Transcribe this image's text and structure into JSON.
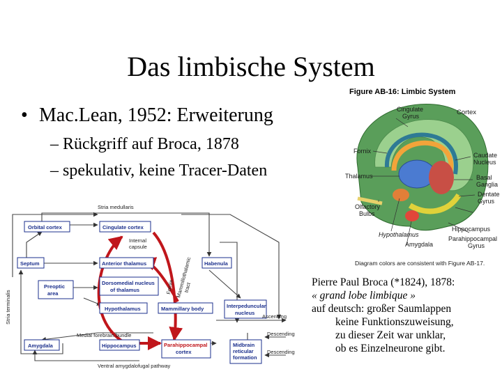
{
  "slide": {
    "title": "Das limbische System",
    "bullet": "Mac.Lean, 1952: Erweiterung",
    "bullet_marker": "•",
    "subbullets": [
      "– Rückgriff auf Broca, 1878",
      "– spekulativ, keine Tracer-Daten"
    ],
    "caption": [
      "Pierre Paul Broca (*1824), 1878:",
      "« grand lobe limbique »",
      "auf deutsch: großer Saumlappen",
      "keine Funktionszuweisung,",
      "zu dieser Zeit war unklar,",
      "ob es Einzelneurone gibt."
    ]
  },
  "figure": {
    "title": "Figure AB-16: Limbic System",
    "labels": {
      "cortex": "Cortex",
      "cingulate": "Cingulate\nGyrus",
      "fornix": "Fornix",
      "caudate": "Caudate\nNucleus",
      "thalamus": "Thalamus",
      "basal": "Basal\nGanglia",
      "dentate": "Dentate\nGyrus",
      "olfactory": "Olfactory\nBulbs",
      "hypothalamus": "Hypothalamus",
      "hippocampus": "Hippocampus",
      "parahippocampal": "Parahippocampal\nGyrus",
      "amygdala": "Amygdala"
    },
    "footer": "Diagram colors are consistent with Figure AB-17."
  },
  "circuit": {
    "stria_medullaris": "Stria medullaris",
    "orbital_cortex": "Orbital cortex",
    "cingulate_cortex": "Cingulate cortex",
    "internal_capsule": "Internal\ncapsule",
    "septum": "Septum",
    "anterior_thalamus": "Anterior thalamus",
    "habenula": "Habenula",
    "mammillothalamic": "Mammillothalamic\ntract",
    "fornix": "Fornix",
    "preoptic": "Preoptic\narea",
    "dorsomedial": "Dorsomedial nucleus\nof thalamus",
    "stria_terminalis": "Stria terminalis",
    "hypothalamus": "Hypothalamus",
    "mammillary": "Mammillary body",
    "interpeduncular": "Interpeduncular\nnucleus",
    "ascending": "Ascending",
    "medial_forebrain": "Medial forebrain bundle",
    "descending1": "Descending",
    "amygdala": "Amygdala",
    "hippocampus": "Hippocampus",
    "parahippocampal": "Parahippocampal\ncortex",
    "midbrain": "Midbrain\nreticular\nformation",
    "descending2": "Descending",
    "ventral": "Ventral amygdalofugal pathway"
  },
  "colors": {
    "box_text": "#1b2f8c",
    "arrow_red": "#c0161b",
    "cortex_green": "#5a9e5a",
    "cingulate_green": "#9bd08e"
  }
}
